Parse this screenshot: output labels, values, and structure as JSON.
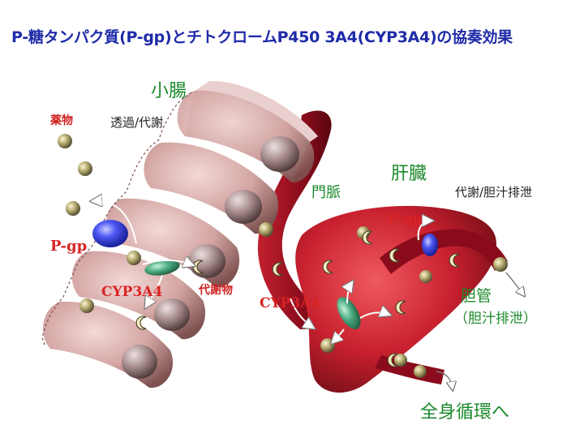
{
  "title": "P-糖タンパク質(P-gp)とチトクロームP450 3A4(CYP3A4)の協奏効果",
  "labels": {
    "small_intestine": "小腸",
    "drug": "薬物",
    "permeation_metabolism": "透過/代謝",
    "pgp_intestine": "P-gp",
    "cyp_intestine": "CYP3A4",
    "metabolite": "代謝物",
    "portal_vein": "門脈",
    "liver": "肝臓",
    "liver_function": "代謝/胆汁排泄",
    "pgp_liver": "P-gp",
    "cyp_liver": "CYP3A4",
    "bile_duct": "胆管",
    "bile_excretion": "（胆汁排泄）",
    "systemic_circulation": "全身循環へ"
  },
  "colors": {
    "title": "#1f2ba8",
    "green_label": "#1d8a2c",
    "red_label": "#d82424",
    "cell": "#c99a98",
    "vessel": "#8a0c1c",
    "liver": "#c8202e",
    "pgp": "#3340e0",
    "cyp": "#3f9c72"
  }
}
